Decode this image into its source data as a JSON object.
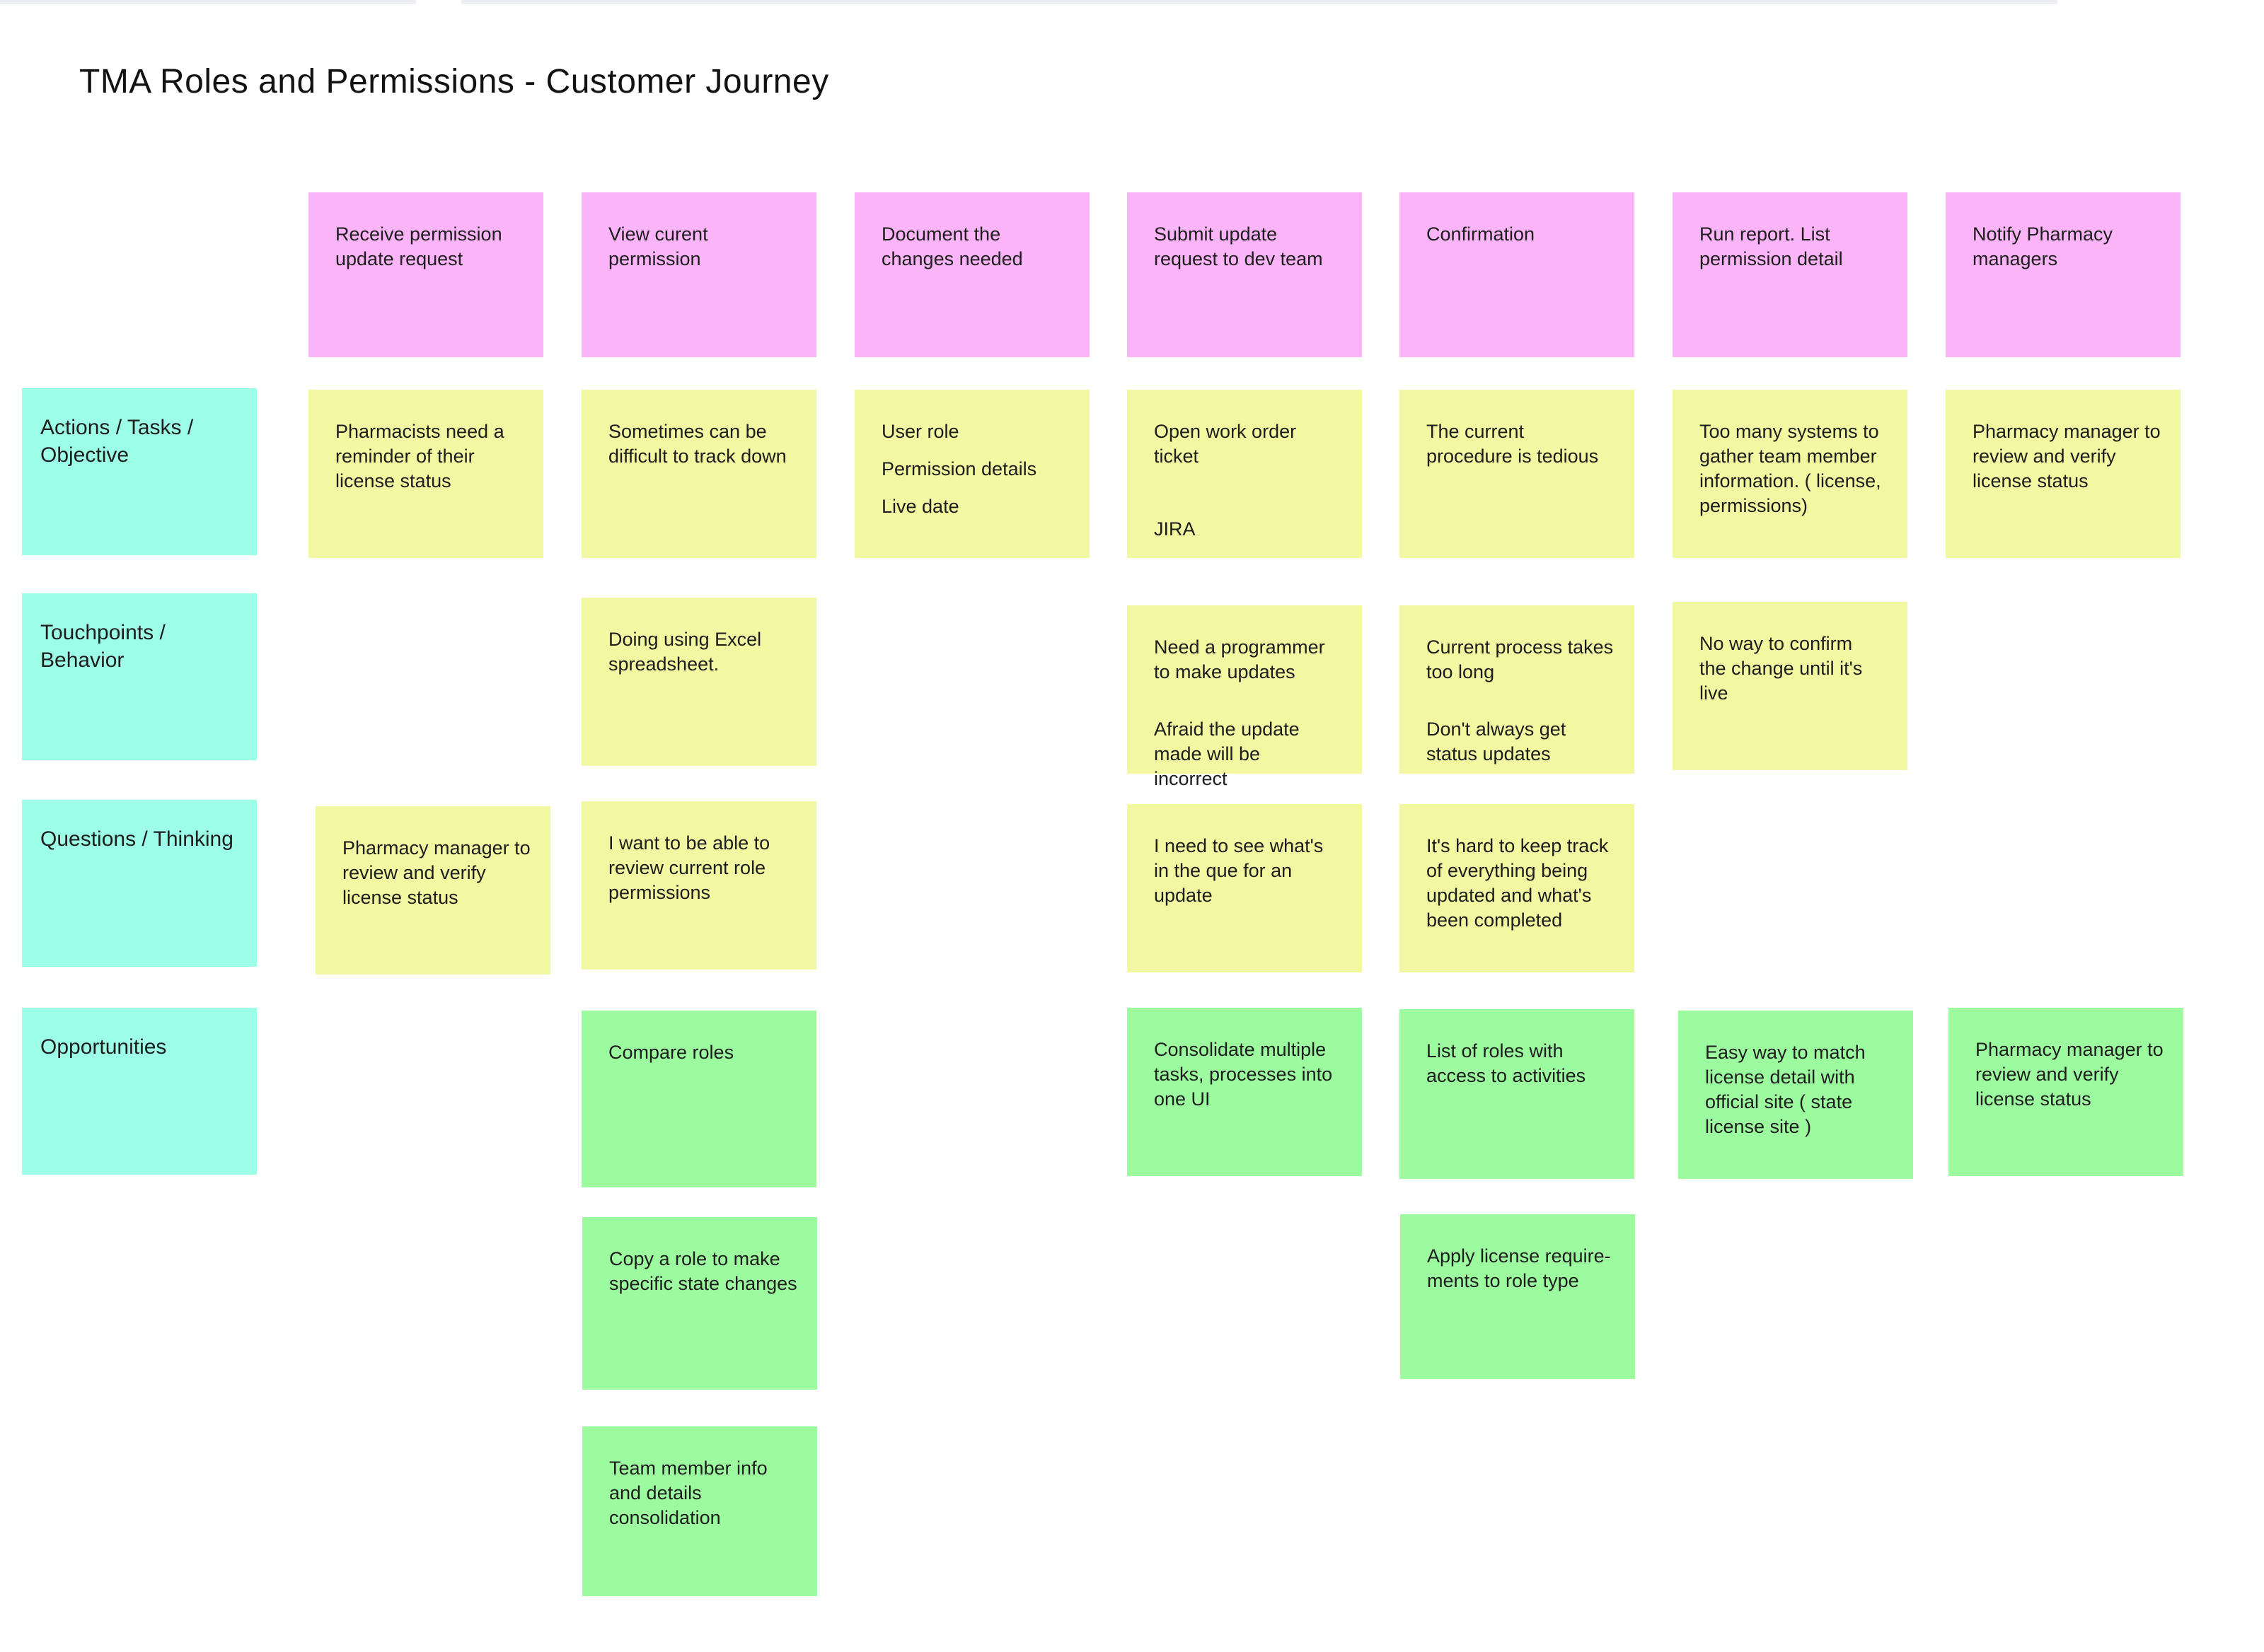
{
  "title": "TMA Roles and Permissions - Customer Journey",
  "colors": {
    "stage_pink": "#fbb4f7",
    "note_yellow": "#f2f7a1",
    "opportunity_green": "#9dfb9f",
    "row_label_teal": "#9dfee8",
    "top_bar_gray": "#eceef1",
    "text": "#1d1d1d"
  },
  "stages": [
    {
      "text": "Receive permission\nupdate request"
    },
    {
      "text": "View curent\npermission"
    },
    {
      "text": "Document the\nchanges needed"
    },
    {
      "text": "Submit update\nrequest to dev team"
    },
    {
      "text": "Confirmation"
    },
    {
      "text": "Run report.  List\npermission detail"
    },
    {
      "text": "Notify Pharmacy\nmanagers"
    }
  ],
  "labels": [
    {
      "text": "Actions / Tasks /\nObjective"
    },
    {
      "text": "Touchpoints /\nBehavior"
    },
    {
      "text": "Questions / Thinking"
    },
    {
      "text": "Opportunities"
    }
  ],
  "notes": [
    {
      "color": "yellow",
      "p": [
        "Pharmacists need a\nreminder of their\nlicense status"
      ]
    },
    {
      "color": "yellow",
      "p": [
        "Sometimes can be\ndifficult to track down"
      ]
    },
    {
      "color": "yellow",
      "p": [
        "User role",
        "Permission details",
        "Live date"
      ]
    },
    {
      "color": "yellow",
      "p": [
        "Open work order\nticket",
        "JIRA"
      ]
    },
    {
      "color": "yellow",
      "p": [
        "The current\nprocedure is tedious"
      ]
    },
    {
      "color": "yellow",
      "p": [
        "Too many systems to\ngather team member\ninformation.  ( license,\npermissions)"
      ]
    },
    {
      "color": "yellow",
      "p": [
        "Pharmacy manager to\nreview and verify\nlicense status"
      ]
    },
    {
      "color": "yellow",
      "p": [
        "Doing using Excel\nspreadsheet."
      ]
    },
    {
      "color": "yellow",
      "p": [
        "Need a programmer\nto make updates",
        "Afraid the update\nmade will be\nincorrect"
      ]
    },
    {
      "color": "yellow",
      "p": [
        "Current process takes\ntoo long",
        "Don't always get\nstatus updates"
      ]
    },
    {
      "color": "yellow",
      "p": [
        "No way to confirm\nthe change until it's\nlive"
      ]
    },
    {
      "color": "yellow",
      "p": [
        "Pharmacy manager to\nreview and verify\nlicense status"
      ]
    },
    {
      "color": "yellow",
      "p": [
        "I want to be able to\nreview current role\npermissions"
      ]
    },
    {
      "color": "yellow",
      "p": [
        "I need to see what's\nin the que for an\nupdate"
      ]
    },
    {
      "color": "yellow",
      "p": [
        "It's hard to keep track\nof everything being\nupdated and what's\nbeen completed"
      ]
    },
    {
      "color": "green",
      "p": [
        "Compare roles"
      ]
    },
    {
      "color": "green",
      "p": [
        "Consolidate multiple\ntasks, processes into\none UI"
      ]
    },
    {
      "color": "green",
      "p": [
        "List of roles with\naccess to activities"
      ]
    },
    {
      "color": "green",
      "p": [
        "Easy way to match\nlicense detail with\nofficial site ( state\nlicense site )"
      ]
    },
    {
      "color": "green",
      "p": [
        "Pharmacy manager to\nreview and verify\nlicense status"
      ]
    },
    {
      "color": "green",
      "p": [
        "Copy a role to make\nspecific state changes"
      ]
    },
    {
      "color": "green",
      "p": [
        "Apply license require-\nments to role type"
      ]
    },
    {
      "color": "green",
      "p": [
        "Team member info\nand details\nconsolidation"
      ]
    }
  ]
}
